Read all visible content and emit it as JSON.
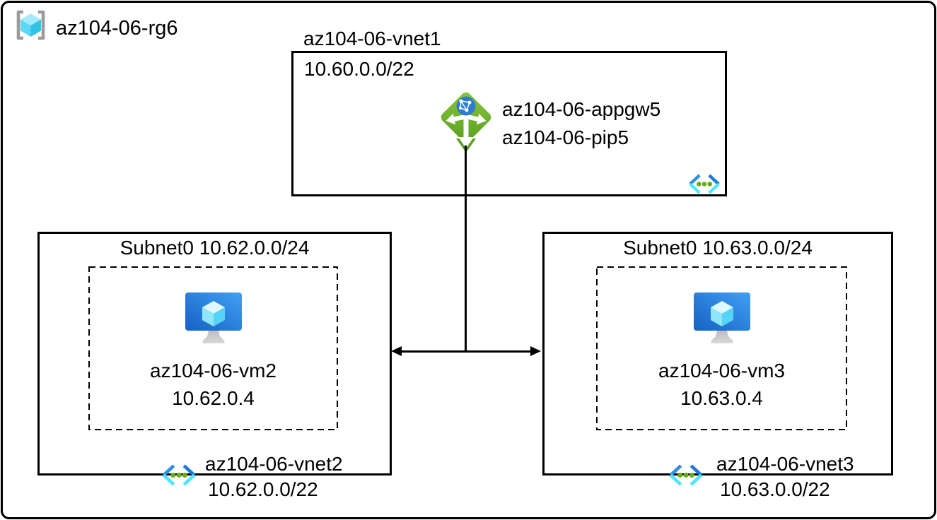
{
  "resource_group": {
    "label": "az104-06-rg6",
    "icon": "resource-group-icon"
  },
  "vnet1": {
    "name": "az104-06-vnet1",
    "address_prefix": "10.60.0.0/22",
    "icon": "virtual-network-icon",
    "app_gateway": {
      "name": "az104-06-appgw5",
      "public_ip": "az104-06-pip5",
      "icon": "application-gateway-icon"
    }
  },
  "vnet2": {
    "subnet_label": "Subnet0 10.62.0.0/24",
    "name": "az104-06-vnet2",
    "address_prefix": "10.62.0.0/22",
    "icon": "virtual-network-icon",
    "vm": {
      "name": "az104-06-vm2",
      "ip": "10.62.0.4",
      "icon": "virtual-machine-icon"
    }
  },
  "vnet3": {
    "subnet_label": "Subnet0 10.63.0.0/24",
    "name": "az104-06-vnet3",
    "address_prefix": "10.63.0.0/22",
    "icon": "virtual-network-icon",
    "vm": {
      "name": "az104-06-vm3",
      "ip": "10.63.0.4",
      "icon": "virtual-machine-icon"
    }
  },
  "connections": [
    {
      "type": "line",
      "from": "az104-06-appgw5",
      "to": "vnet-peering-junction"
    },
    {
      "type": "double-arrow",
      "from": "az104-06-vnet2",
      "to": "az104-06-vnet3"
    }
  ],
  "colors": {
    "line_black": "#000000",
    "gateway_green": "#6fb23a",
    "globe_blue": "#2e7cd0",
    "vnet_chevron_blue": "#2f8ee6",
    "vnet_chevron_cyan": "#50e6ff",
    "vnet_dot_green": "#67ac1b",
    "vm_screen_blue": "#2a82dd",
    "cube_cyan": "#55d4f5",
    "bracket_gray": "#9b9b9b"
  }
}
